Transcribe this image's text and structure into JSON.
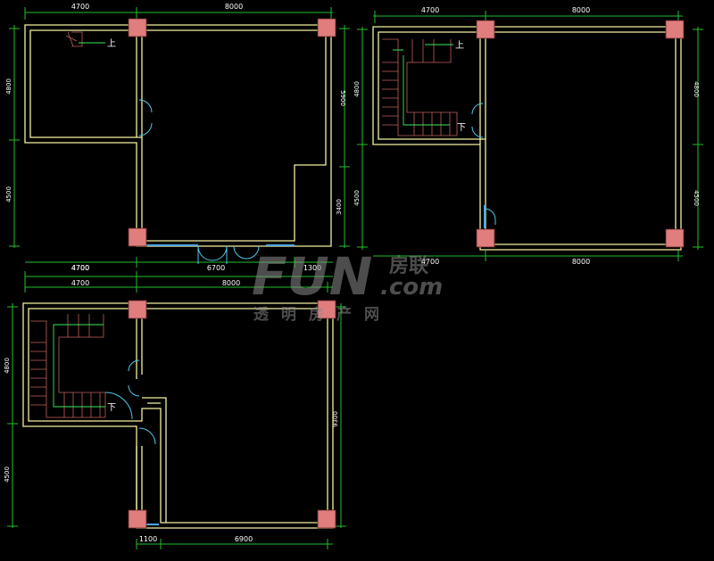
{
  "plans": [
    {
      "id": "plan-1",
      "dims_top": [
        "4700",
        "8000"
      ],
      "dims_left": [
        "4800",
        "4500"
      ],
      "dims_right": [
        "5900",
        "3400"
      ],
      "dims_bottom": [
        "4700",
        "6700",
        "1300"
      ],
      "stair_mark": "上"
    },
    {
      "id": "plan-2",
      "dims_top": [
        "4700",
        "8000"
      ],
      "dims_left": [
        "4800",
        "4500"
      ],
      "dims_right": [
        "4800",
        "4500"
      ],
      "dims_bottom": [
        "4700",
        "8000"
      ],
      "stair_marks": [
        "上",
        "下"
      ]
    },
    {
      "id": "plan-3",
      "dims_top": [
        "4700",
        "8000"
      ],
      "dims_left": [
        "4800",
        "4500"
      ],
      "dims_right": [
        "9300"
      ],
      "dims_bottom": [
        "1100",
        "6900"
      ],
      "stair_mark": "下"
    }
  ],
  "watermark": {
    "logo": "FUN",
    "brand_cn": "房联",
    "domain": ".com",
    "subtitle": "透明房产网"
  },
  "colors": {
    "background": "#000000",
    "wall": "#f4f0a0",
    "dimension": "#22c02a",
    "column": "#e07d7d",
    "door": "#4fc6e8"
  }
}
